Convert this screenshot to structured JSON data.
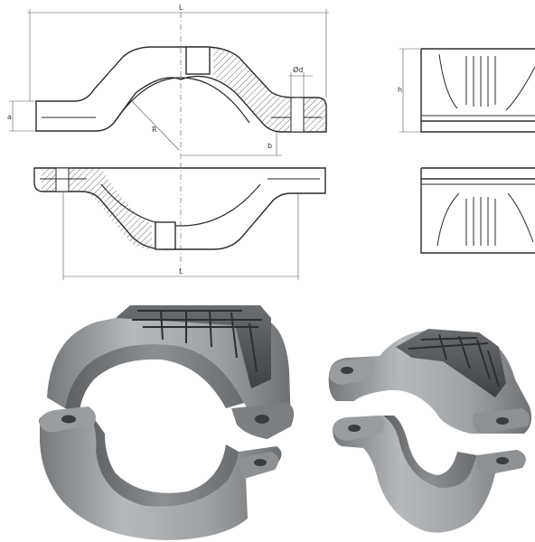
{
  "drawing": {
    "labels": {
      "length_top": "L",
      "length_bottom": "L",
      "thickness": "a",
      "radius": "R",
      "hole_diameter": "Ød",
      "offset": "b",
      "height": "h"
    }
  },
  "colors": {
    "line": "#2b2b2b",
    "dim_line": "#555555",
    "metal_light": "#a9acaf",
    "metal_mid": "#8a8d90",
    "metal_dark": "#4b4d50"
  }
}
